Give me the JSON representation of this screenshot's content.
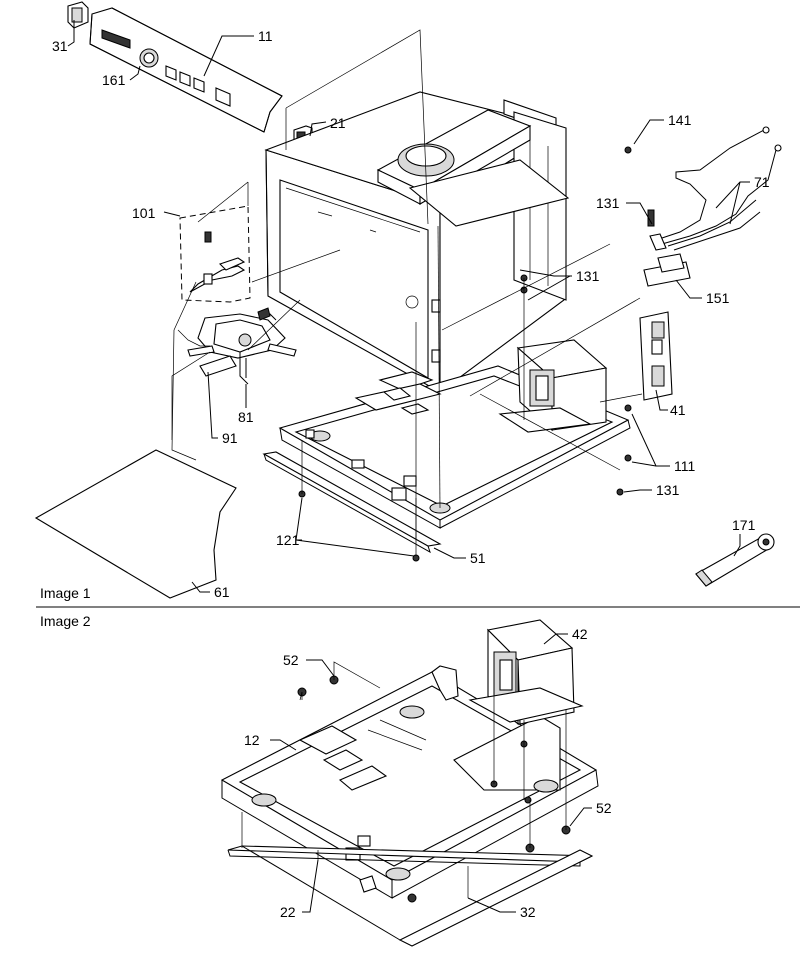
{
  "panels": [
    {
      "title": "Image 1"
    },
    {
      "title": "Image 2"
    }
  ],
  "callouts1": [
    "31",
    "11",
    "161",
    "21",
    "141",
    "101",
    "71",
    "131",
    "131",
    "151",
    "41",
    "81",
    "91",
    "111",
    "131",
    "121",
    "51",
    "61",
    "171"
  ],
  "callouts2": [
    "52",
    "42",
    "12",
    "52",
    "22",
    "32"
  ]
}
